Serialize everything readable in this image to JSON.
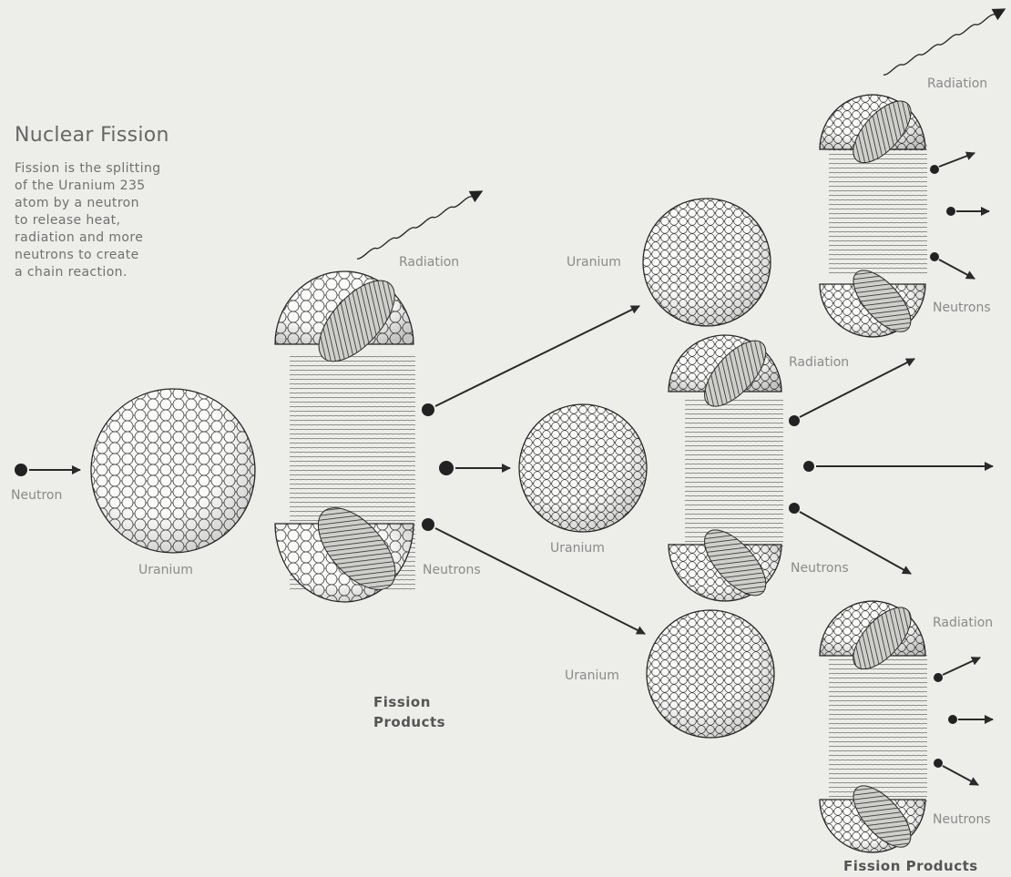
{
  "title": "Nuclear Fission",
  "description": "Fission is the splitting\nof the Uranium 235\natom by a neutron\nto release heat,\nradiation and more\nneutrons to create\na chain reaction.",
  "labels": {
    "neutron": "Neutron",
    "uranium": "Uranium",
    "radiation": "Radiation",
    "neutrons": "Neutrons",
    "fission_products_center": "Fission\nProducts",
    "fission_products_bottom": "Fission Products"
  },
  "colors": {
    "background": "#ededea",
    "line": "#2a2a2a",
    "text": "#707070"
  },
  "icons": [
    "neutron-dot",
    "uranium-sphere",
    "fission-half-sphere",
    "radiation-wave",
    "arrow"
  ]
}
